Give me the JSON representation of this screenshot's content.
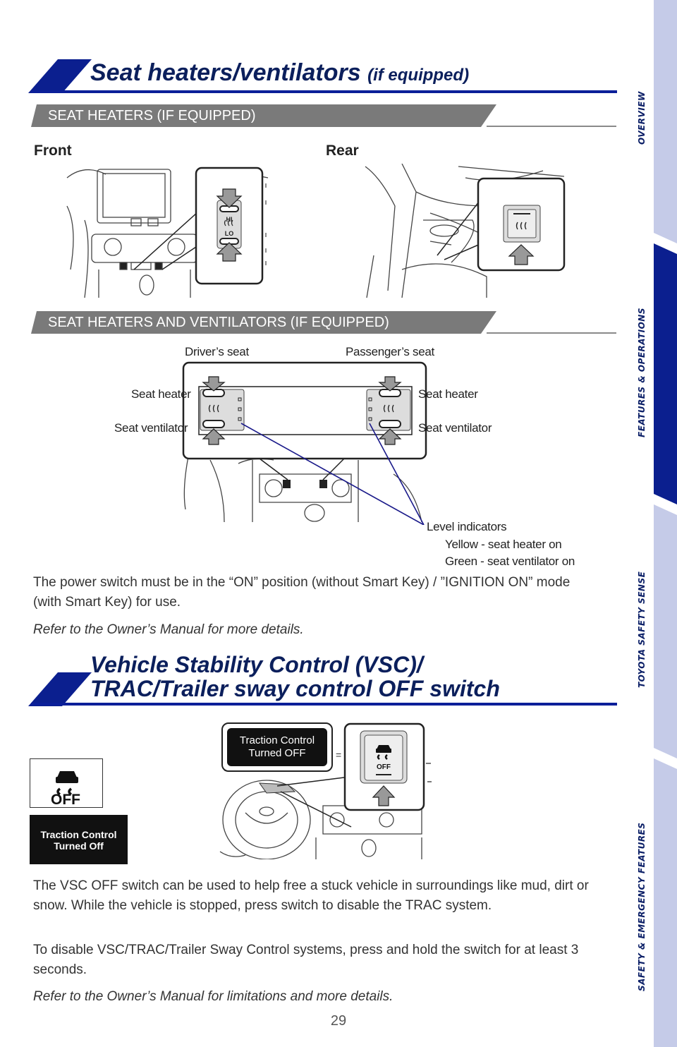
{
  "section1": {
    "title_main": "Seat heaters/ventilators",
    "title_suffix": "(if equipped)",
    "sub1": "SEAT HEATERS (IF EQUIPPED)",
    "front_label": "Front",
    "rear_label": "Rear",
    "switch_hi": "HI",
    "switch_lo": "LO",
    "sub2": "SEAT HEATERS AND VENTILATORS (IF EQUIPPED)",
    "drivers_seat": "Driver’s seat",
    "passengers_seat": "Passenger’s seat",
    "seat_heater_left": "Seat heater",
    "seat_ventilator_left": "Seat ventilator",
    "seat_heater_right": "Seat heater",
    "seat_ventilator_right": "Seat ventilator",
    "level_indicators": "Level indicators",
    "yellow_note": "Yellow - seat heater on",
    "green_note": "Green - seat ventilator on",
    "para1": "The power switch must be in the “ON” position (without Smart Key) / ”IGNITION ON” mode (with Smart Key) for use.",
    "para2": "Refer to the Owner’s Manual for more details."
  },
  "section2": {
    "title_line1": "Vehicle Stability Control (VSC)/",
    "title_line2": "TRAC/Trailer sway control OFF switch",
    "off_label": "OFF",
    "traction_badge_line1": "Traction Control",
    "traction_badge_line2": "Turned Off",
    "callout_line1": "Traction Control",
    "callout_line2": "Turned OFF",
    "para1": "The VSC OFF switch can be used to help free a stuck vehicle in surroundings like mud, dirt or snow. While the vehicle is stopped, press switch to disable the TRAC system.",
    "para2": "To disable VSC/TRAC/Trailer Sway Control systems, press and hold the switch for at least 3 seconds.",
    "para3": "Refer to the Owner’s Manual for limitations and more details."
  },
  "nav": {
    "items": [
      "OVERVIEW",
      "FEATURES & OPERATIONS",
      "TOYOTA SAFETY SENSE",
      "SAFETY & EMERGENCY FEATURES"
    ],
    "active_index": 1,
    "colors": {
      "inactive": "#c5cbe8",
      "active": "#0b1f8f"
    }
  },
  "page_number": "29"
}
